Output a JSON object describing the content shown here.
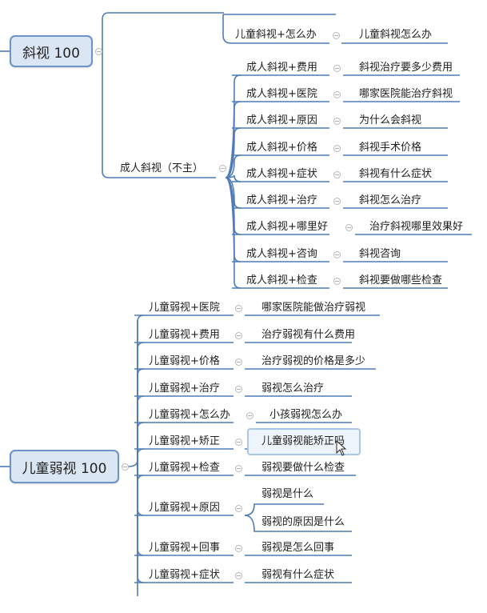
{
  "colors": {
    "line": "#4f7cb5",
    "topic_fill": "#dbe6f4",
    "topic_border": "#6d94c6",
    "selected_fill": "#eef4fb"
  },
  "top_partial_branch": {
    "topic": "儿童斜视+怎么办",
    "answer": "儿童斜视怎么办"
  },
  "strabismus": {
    "topic": "斜视 100",
    "adult_group": "成人斜视（不主）",
    "adult_items": [
      {
        "topic": "成人斜视+费用",
        "answer": "斜视治疗要多少费用"
      },
      {
        "topic": "成人斜视+医院",
        "answer": "哪家医院能治疗斜视"
      },
      {
        "topic": "成人斜视+原因",
        "answer": "为什么会斜视"
      },
      {
        "topic": "成人斜视+价格",
        "answer": "斜视手术价格"
      },
      {
        "topic": "成人斜视+症状",
        "answer": "斜视有什么症状"
      },
      {
        "topic": "成人斜视+治疗",
        "answer": "斜视怎么治疗"
      },
      {
        "topic": "成人斜视+哪里好",
        "answer": "治疗斜视哪里效果好"
      },
      {
        "topic": "成人斜视+咨询",
        "answer": "斜视咨询"
      },
      {
        "topic": "成人斜视+检查",
        "answer": "斜视要做哪些检查"
      }
    ]
  },
  "amblyopia": {
    "topic": "儿童弱视 100",
    "items": [
      {
        "topic": "儿童弱视+医院",
        "answers": [
          "哪家医院能做治疗弱视"
        ]
      },
      {
        "topic": "儿童弱视+费用",
        "answers": [
          "治疗弱视有什么费用"
        ]
      },
      {
        "topic": "儿童弱视+价格",
        "answers": [
          "治疗弱视的价格是多少"
        ]
      },
      {
        "topic": "儿童弱视+治疗",
        "answers": [
          "弱视怎么治疗"
        ]
      },
      {
        "topic": "儿童弱视+怎么办",
        "answers": [
          "小孩弱视怎么办"
        ]
      },
      {
        "topic": "儿童弱视+矫正",
        "answers": [
          "儿童弱视能矫正吗"
        ]
      },
      {
        "topic": "儿童弱视+检查",
        "answers": [
          "弱视要做什么检查"
        ]
      },
      {
        "topic": "儿童弱视+原因",
        "answers": [
          "弱视是什么",
          "弱视的原因是什么"
        ]
      },
      {
        "topic": "儿童弱视+回事",
        "answers": [
          "弱视是怎么回事"
        ]
      },
      {
        "topic": "儿童弱视+症状",
        "answers": [
          "弱视有什么症状"
        ]
      }
    ]
  }
}
